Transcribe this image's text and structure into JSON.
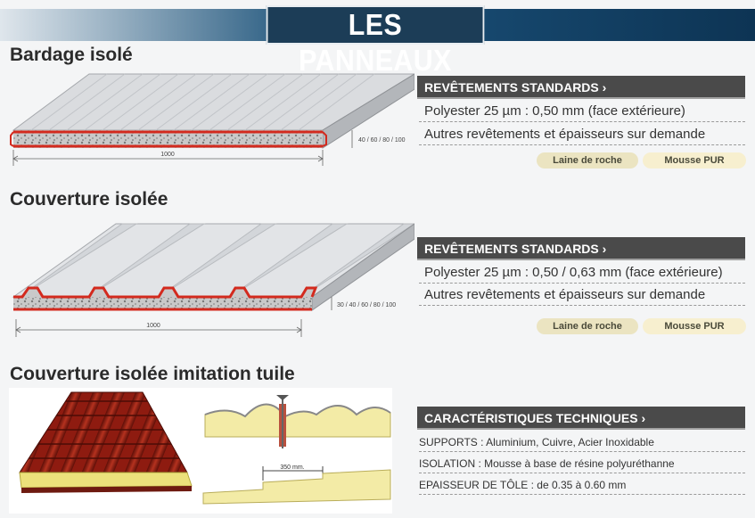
{
  "page_title": "LES PANNEAUX",
  "sections": [
    {
      "title": "Bardage isolé",
      "drawing": {
        "thickness_label": "40 / 60 / 80 / 100",
        "width_label": "1000"
      },
      "spec_header": "REVÊTEMENTS STANDARDS ›",
      "rows": [
        "Polyester 25 µm : 0,50 mm (face extérieure)",
        "Autres revêtements et épaisseurs sur demande"
      ],
      "badges": [
        "Laine de roche",
        "Mousse PUR"
      ]
    },
    {
      "title": "Couverture isolée",
      "drawing": {
        "thickness_label": "30 / 40 / 60 / 80 / 100",
        "width_label": "1000"
      },
      "spec_header": "REVÊTEMENTS STANDARDS ›",
      "rows": [
        "Polyester 25 µm : 0,50 / 0,63 mm (face extérieure)",
        "Autres revêtements et épaisseurs sur demande"
      ],
      "badges": [
        "Laine de roche",
        "Mousse PUR"
      ]
    },
    {
      "title": "Couverture isolée imitation tuile",
      "drawing": {
        "spacing_label": "350 mm."
      },
      "spec_header": "CARACTÉRISTIQUES TECHNIQUES ›",
      "rows": [
        "SUPPORTS : Aluminium, Cuivre, Acier Inoxidable",
        "ISOLATION : Mousse à base de résine polyuréthanne",
        "EPAISSEUR DE TÔLE : de 0.35 à 0.60 mm"
      ]
    }
  ],
  "colors": {
    "header_band": "#16476d",
    "spec_header": "#4a4a4a",
    "badge": "#ebe4c1",
    "tile_red": "#8e1b10",
    "foam": "#f3eba6"
  }
}
